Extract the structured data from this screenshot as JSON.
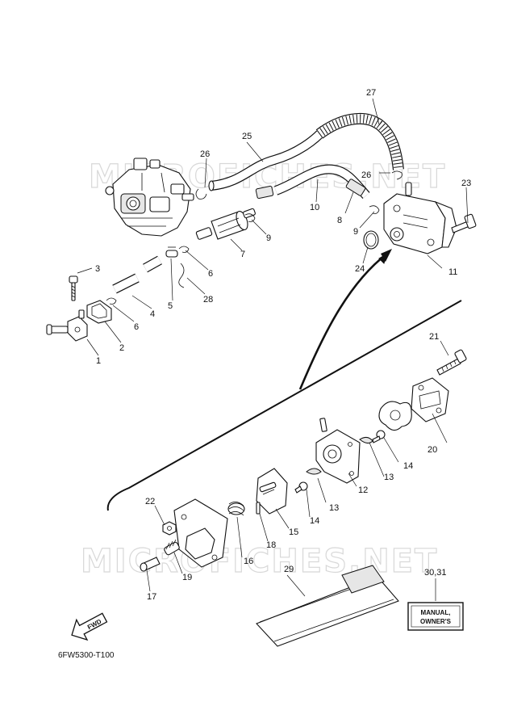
{
  "watermark": "MICROFICHES.NET",
  "diagram_code": "6FW5300-T100",
  "fwd_label": "FWD",
  "manual_label_line1": "MANUAL,",
  "manual_label_line2": "OWNER'S",
  "callouts": [
    {
      "id": "c1",
      "text": "1"
    },
    {
      "id": "c2",
      "text": "2"
    },
    {
      "id": "c3",
      "text": "3"
    },
    {
      "id": "c4",
      "text": "4"
    },
    {
      "id": "c5",
      "text": "5"
    },
    {
      "id": "c6a",
      "text": "6"
    },
    {
      "id": "c6b",
      "text": "6"
    },
    {
      "id": "c7",
      "text": "7"
    },
    {
      "id": "c8",
      "text": "8"
    },
    {
      "id": "c9a",
      "text": "9"
    },
    {
      "id": "c9b",
      "text": "9"
    },
    {
      "id": "c10",
      "text": "10"
    },
    {
      "id": "c11",
      "text": "11"
    },
    {
      "id": "c12",
      "text": "12"
    },
    {
      "id": "c13a",
      "text": "13"
    },
    {
      "id": "c13b",
      "text": "13"
    },
    {
      "id": "c14a",
      "text": "14"
    },
    {
      "id": "c14b",
      "text": "14"
    },
    {
      "id": "c15",
      "text": "15"
    },
    {
      "id": "c16",
      "text": "16"
    },
    {
      "id": "c17",
      "text": "17"
    },
    {
      "id": "c18",
      "text": "18"
    },
    {
      "id": "c19",
      "text": "19"
    },
    {
      "id": "c20",
      "text": "20"
    },
    {
      "id": "c21",
      "text": "21"
    },
    {
      "id": "c22",
      "text": "22"
    },
    {
      "id": "c23",
      "text": "23"
    },
    {
      "id": "c24",
      "text": "24"
    },
    {
      "id": "c25",
      "text": "25"
    },
    {
      "id": "c26a",
      "text": "26"
    },
    {
      "id": "c26b",
      "text": "26"
    },
    {
      "id": "c27",
      "text": "27"
    },
    {
      "id": "c28",
      "text": "28"
    },
    {
      "id": "c29",
      "text": "29"
    },
    {
      "id": "c3031",
      "text": "30,31"
    }
  ]
}
